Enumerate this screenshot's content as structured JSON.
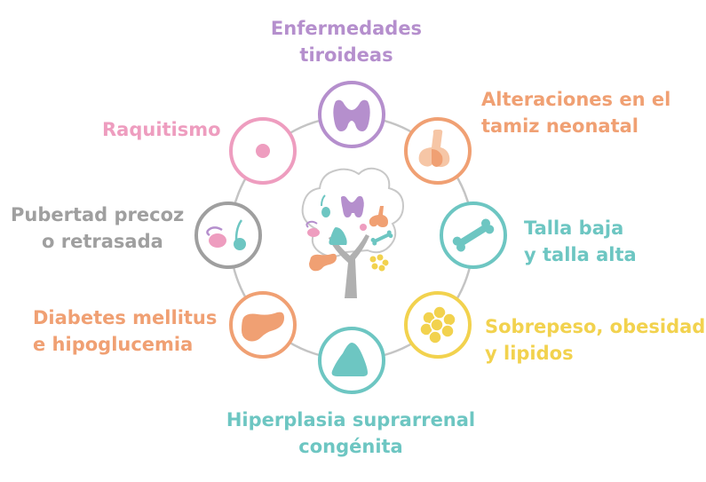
{
  "colors": {
    "purple": "#b58fcd",
    "orange": "#f0a073",
    "teal": "#6dc6c2",
    "yellow": "#f2d24e",
    "pink": "#ee9dbf",
    "gray": "#9f9f9f",
    "ring": "#c4c4c4"
  },
  "items": {
    "thyroid": {
      "line1": "Enfermedades",
      "line2": "tiroideas",
      "icon": "thyroid-icon"
    },
    "neonatal": {
      "line1": "Alteraciones en el",
      "line2": "tamiz neonatal",
      "icon": "pituitary-icon"
    },
    "height": {
      "line1": "Talla baja",
      "line2": "y talla alta",
      "icon": "bone-icon"
    },
    "obesity": {
      "line1": "Sobrepeso, obesidad",
      "line2": "y lipidos",
      "icon": "fat-cells-icon"
    },
    "adrenal": {
      "line1": "Hiperplasia suprarrenal",
      "line2": "congénita",
      "icon": "adrenal-gland-icon"
    },
    "diabetes": {
      "line1": "Diabetes mellitus",
      "line2": "e hipoglucemia",
      "icon": "pancreas-icon"
    },
    "puberty": {
      "line1": "Pubertad precoz",
      "line2": "o retrasada",
      "icon": "reproductive-organs-icon"
    },
    "rickets": {
      "line1": "Raquitismo",
      "icon": "cell-icon"
    }
  },
  "center_icon": "tree-icon"
}
